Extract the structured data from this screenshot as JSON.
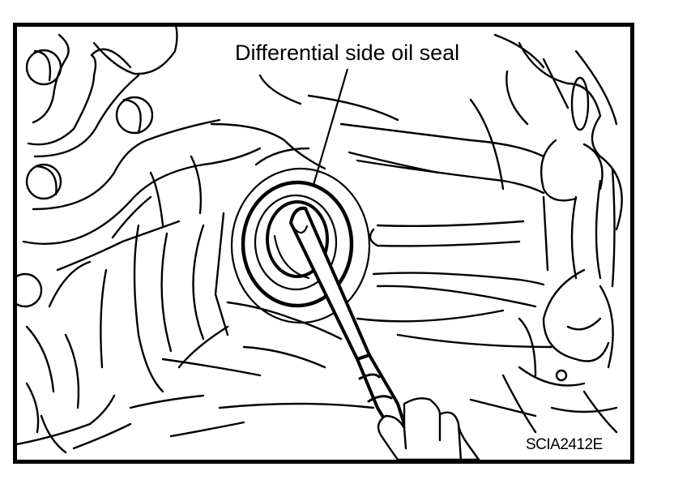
{
  "diagram": {
    "type": "technical-illustration",
    "subject": "Removing differential side oil seal with a flat-blade screwdriver",
    "callout": {
      "label": "Differential side oil seal"
    },
    "figure_id": "SCIA2412E",
    "colors": {
      "line": "#000000",
      "background": "#ffffff"
    }
  }
}
